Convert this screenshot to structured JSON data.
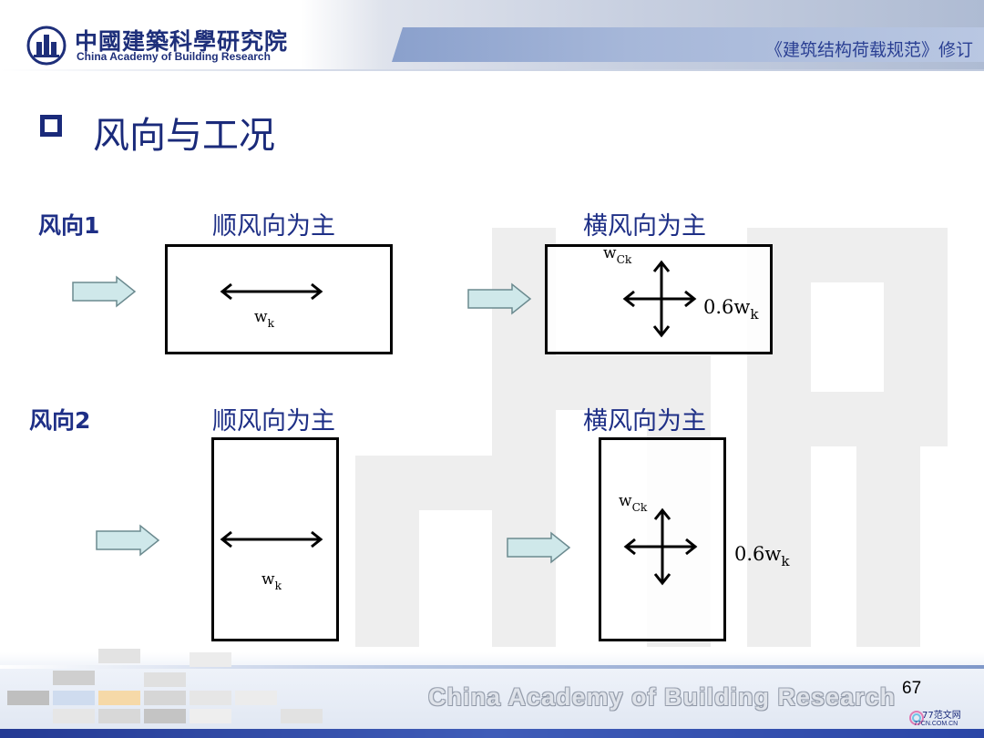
{
  "header": {
    "org_cn": "中國建築科學研究院",
    "org_en": "China Academy of Building Research",
    "tag": "《建筑结构荷载规范》修订"
  },
  "title": "风向与工况",
  "rows": [
    {
      "label": "风向1",
      "along_label": "顺风向为主",
      "cross_label": "横风向为主",
      "along_symbol": {
        "main": "w",
        "sub": "k"
      },
      "cross_symbol": {
        "main": "w",
        "sub": "Ck"
      },
      "factor_symbol": {
        "main": "0.6w",
        "sub": "k"
      }
    },
    {
      "label": "风向2",
      "along_label": "顺风向为主",
      "cross_label": "横风向为主",
      "along_symbol": {
        "main": "w",
        "sub": "k"
      },
      "cross_symbol": {
        "main": "w",
        "sub": "Ck"
      },
      "factor_symbol": {
        "main": "0.6w",
        "sub": "k"
      }
    }
  ],
  "footer": {
    "brand": "China Academy of Building Research",
    "page_number": "67",
    "corner_cn": "77范文网",
    "corner_en": "77CN.COM.CN"
  },
  "colors": {
    "title": "#1a2a7a",
    "label": "#1e2f86",
    "wind_arrow_fill": "#cfe8ea",
    "wind_arrow_stroke": "#6b8a8f"
  },
  "icons": [
    "building-logo-icon",
    "wind-arrow-icon",
    "double-arrow-icon",
    "cross-arrow-icon"
  ]
}
